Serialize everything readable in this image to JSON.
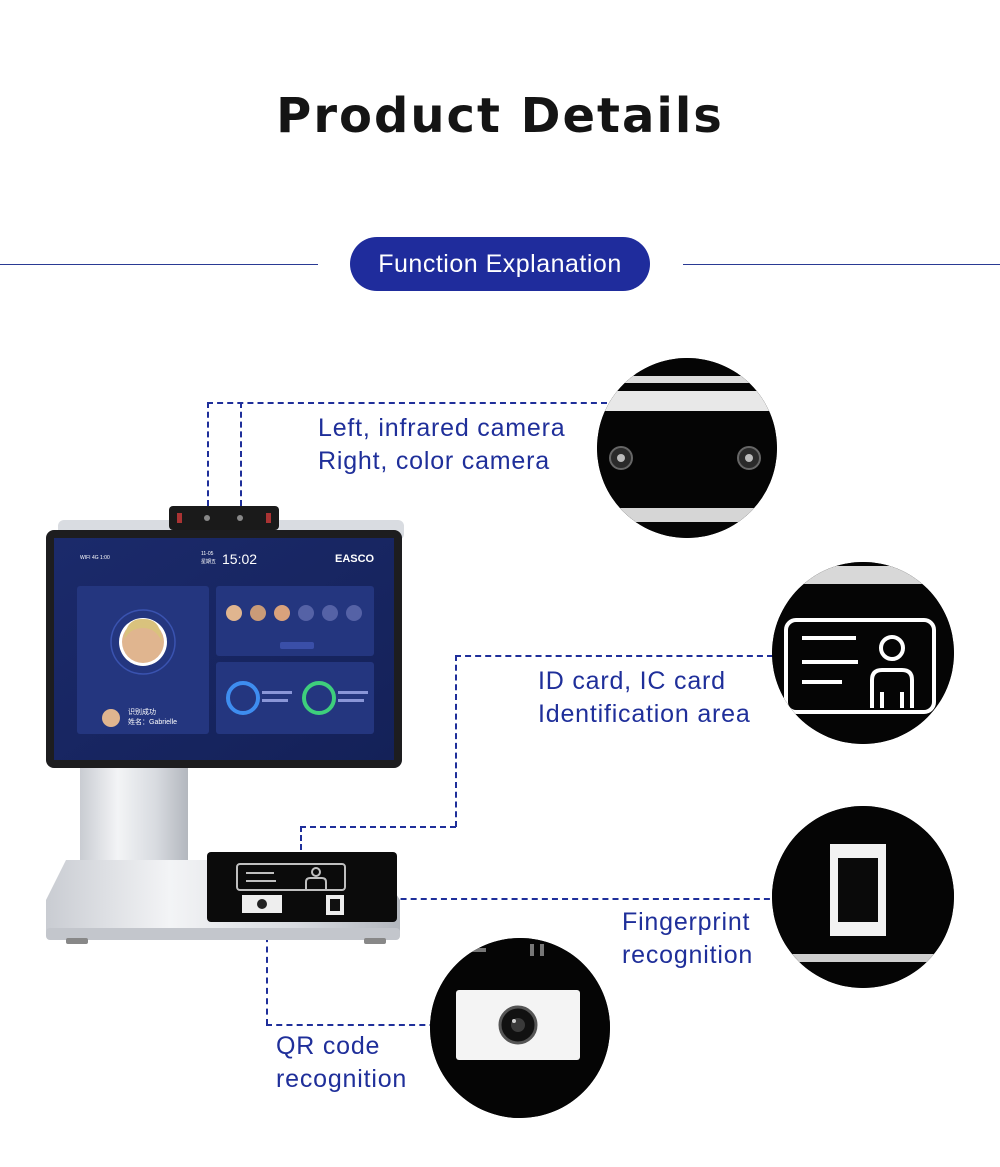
{
  "header": {
    "title": "Product Details",
    "section_pill": "Function Explanation"
  },
  "callouts": {
    "camera": [
      "Left, infrared camera",
      "Right, color camera"
    ],
    "id_card": [
      "ID card, IC card",
      "Identification area"
    ],
    "fingerprint": [
      "Fingerprint",
      "recognition"
    ],
    "qr_code": [
      "QR code",
      "recognition"
    ]
  },
  "device_screen": {
    "brand": "EASCO",
    "time": "15:02",
    "status_text": "识别成功",
    "name_text": "姓名：Gabrielle"
  },
  "colors": {
    "accent_blue": "#1f2c9c",
    "callout_text": "#1f2f9a",
    "title_text": "#141414",
    "screen_bg": "#1b2a6b"
  }
}
